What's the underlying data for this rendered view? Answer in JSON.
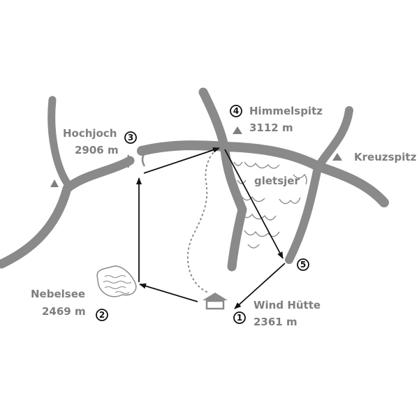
{
  "points": [
    {
      "number": "1",
      "name": "Wind Hütte",
      "elevation": "2361 m"
    },
    {
      "number": "2",
      "name": "Nebelsee",
      "elevation": "2469 m"
    },
    {
      "number": "3",
      "name": "Hochjoch",
      "elevation": "2906 m"
    },
    {
      "number": "4",
      "name": "Himmelspitz",
      "elevation": "3112 m"
    },
    {
      "number": "5"
    }
  ],
  "features": {
    "peak": "Kreuzspitz",
    "glacier": "gletsjer"
  },
  "colors": {
    "ridge": "#8a8a8a",
    "route": "#111111",
    "label": "#7e7e7e"
  }
}
